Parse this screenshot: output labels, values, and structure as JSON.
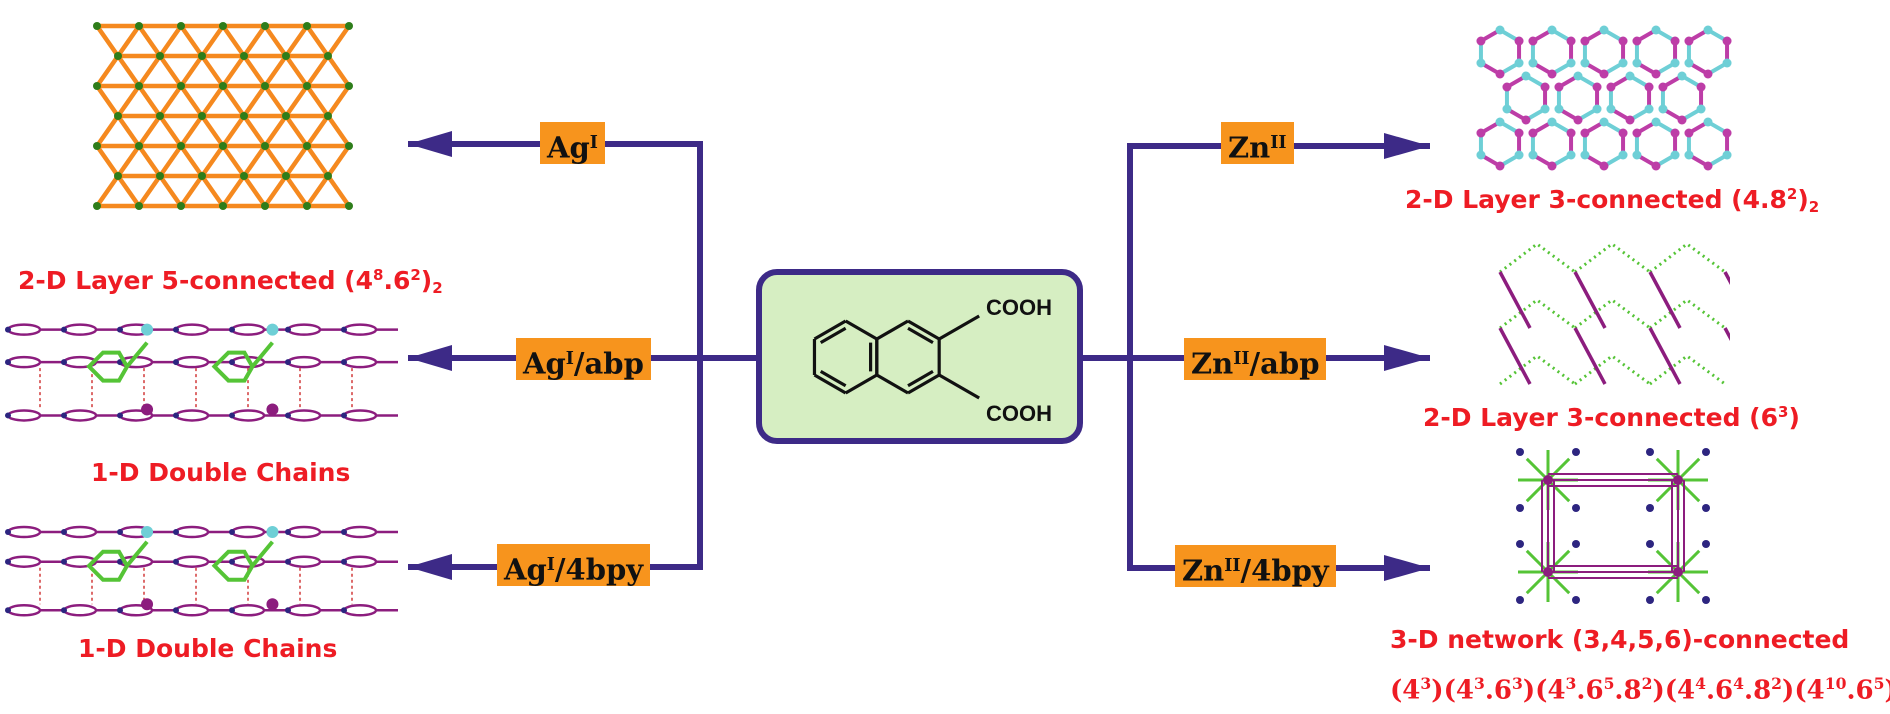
{
  "ligand": {
    "group_top": "COOH",
    "group_bottom": "COOH"
  },
  "colors": {
    "arrow": "#3d2a87",
    "label_bg": "#f7941d",
    "caption": "#ee1c24",
    "ligand_box_fill": "#d6eec2",
    "ligand_box_stroke": "#3d2a87"
  },
  "branches": {
    "left": [
      {
        "metal": "Ag",
        "ox": "I",
        "co": ""
      },
      {
        "metal": "Ag",
        "ox": "I",
        "co": "/abp"
      },
      {
        "metal": "Ag",
        "ox": "I",
        "co": "/4bpy"
      }
    ],
    "right": [
      {
        "metal": "Zn",
        "ox": "II",
        "co": ""
      },
      {
        "metal": "Zn",
        "ox": "II",
        "co": "/abp"
      },
      {
        "metal": "Zn",
        "ox": "II",
        "co": "/4bpy"
      }
    ]
  },
  "captions": {
    "ag1": {
      "prefix": "2-D Layer 5-connected (4",
      "sup1": "8",
      "mid": ".6",
      "sup2": "2",
      "close": ")",
      "sub": "2"
    },
    "ag2": "1-D Double Chains",
    "ag3": "1-D Double Chains",
    "zn1": {
      "prefix": "2-D Layer 3-connected (4.8",
      "sup1": "2",
      "close": ")",
      "sub": "2"
    },
    "zn2": {
      "prefix": "2-D Layer 3-connected (6",
      "sup1": "3",
      "close": ")"
    },
    "zn3": "3-D network (3,4,5,6)-connected",
    "zn3_formula": [
      {
        "t": "(4",
        "s": "3"
      },
      {
        "t": ")(4",
        "s": "3"
      },
      {
        "t": ".6",
        "s": "3"
      },
      {
        "t": ")(4",
        "s": "3"
      },
      {
        "t": ".6",
        "s": "5"
      },
      {
        "t": ".8",
        "s": "2"
      },
      {
        "t": ")(4",
        "s": "4"
      },
      {
        "t": ".6",
        "s": "4"
      },
      {
        "t": ".8",
        "s": "2"
      },
      {
        "t": ")(4",
        "s": "10"
      },
      {
        "t": ".6",
        "s": "5"
      },
      {
        "t": ")",
        "s": ""
      }
    ]
  },
  "structures": [
    {
      "name": "ag-2d-layer-5-connected",
      "style": "triangular-lattice",
      "palette": [
        "#55c436",
        "#f5891f",
        "#2e7d1a"
      ]
    },
    {
      "name": "ag-abp-double-chains",
      "style": "double-chains",
      "palette": [
        "#8c1d7e",
        "#55c436",
        "#2d2580",
        "#6ecfd6"
      ]
    },
    {
      "name": "ag-4bpy-double-chains",
      "style": "double-chains",
      "palette": [
        "#8c1d7e",
        "#55c436",
        "#2d2580",
        "#6ecfd6"
      ]
    },
    {
      "name": "zn-2d-layer-4-8-2",
      "style": "honeycomb",
      "palette": [
        "#6ecfd6",
        "#bd3da7"
      ]
    },
    {
      "name": "zn-abp-2d-layer-6-3",
      "style": "herringbone",
      "palette": [
        "#55c436",
        "#8c1d7e"
      ]
    },
    {
      "name": "zn-4bpy-3d-network",
      "style": "cage-network",
      "palette": [
        "#55c436",
        "#8c1d7e",
        "#2d2580"
      ]
    }
  ]
}
